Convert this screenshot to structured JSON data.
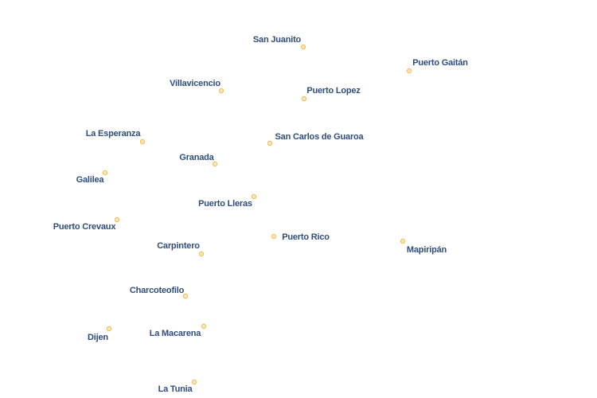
{
  "map": {
    "colors": {
      "background": "#ffffff",
      "label_fill": "#2f4d7c",
      "label_halo": "#ffffff",
      "marker_fill": "#fde9b8",
      "marker_stroke": "#f0c060"
    },
    "places": [
      {
        "id": "san-juanito",
        "name": "San Juanito"
      },
      {
        "id": "puerto-gaitan",
        "name": "Puerto Gaitán"
      },
      {
        "id": "villavicencio",
        "name": "Villavicencio"
      },
      {
        "id": "puerto-lopez",
        "name": "Puerto Lopez"
      },
      {
        "id": "la-esperanza",
        "name": "La Esperanza"
      },
      {
        "id": "san-carlos-de-guaroa",
        "name": "San Carlos de Guaroa"
      },
      {
        "id": "granada",
        "name": "Granada"
      },
      {
        "id": "galilea",
        "name": "Galilea"
      },
      {
        "id": "puerto-lleras",
        "name": "Puerto Lleras"
      },
      {
        "id": "puerto-crevaux",
        "name": "Puerto Crevaux"
      },
      {
        "id": "puerto-rico",
        "name": "Puerto Rico"
      },
      {
        "id": "mapiripan",
        "name": "Mapiripán"
      },
      {
        "id": "carpintero",
        "name": "Carpintero"
      },
      {
        "id": "charcoteofilo",
        "name": "Charcoteofilo"
      },
      {
        "id": "la-macarena",
        "name": "La Macarena"
      },
      {
        "id": "dijen",
        "name": "Dijen"
      },
      {
        "id": "la-tunia",
        "name": "La Tunia"
      }
    ]
  }
}
